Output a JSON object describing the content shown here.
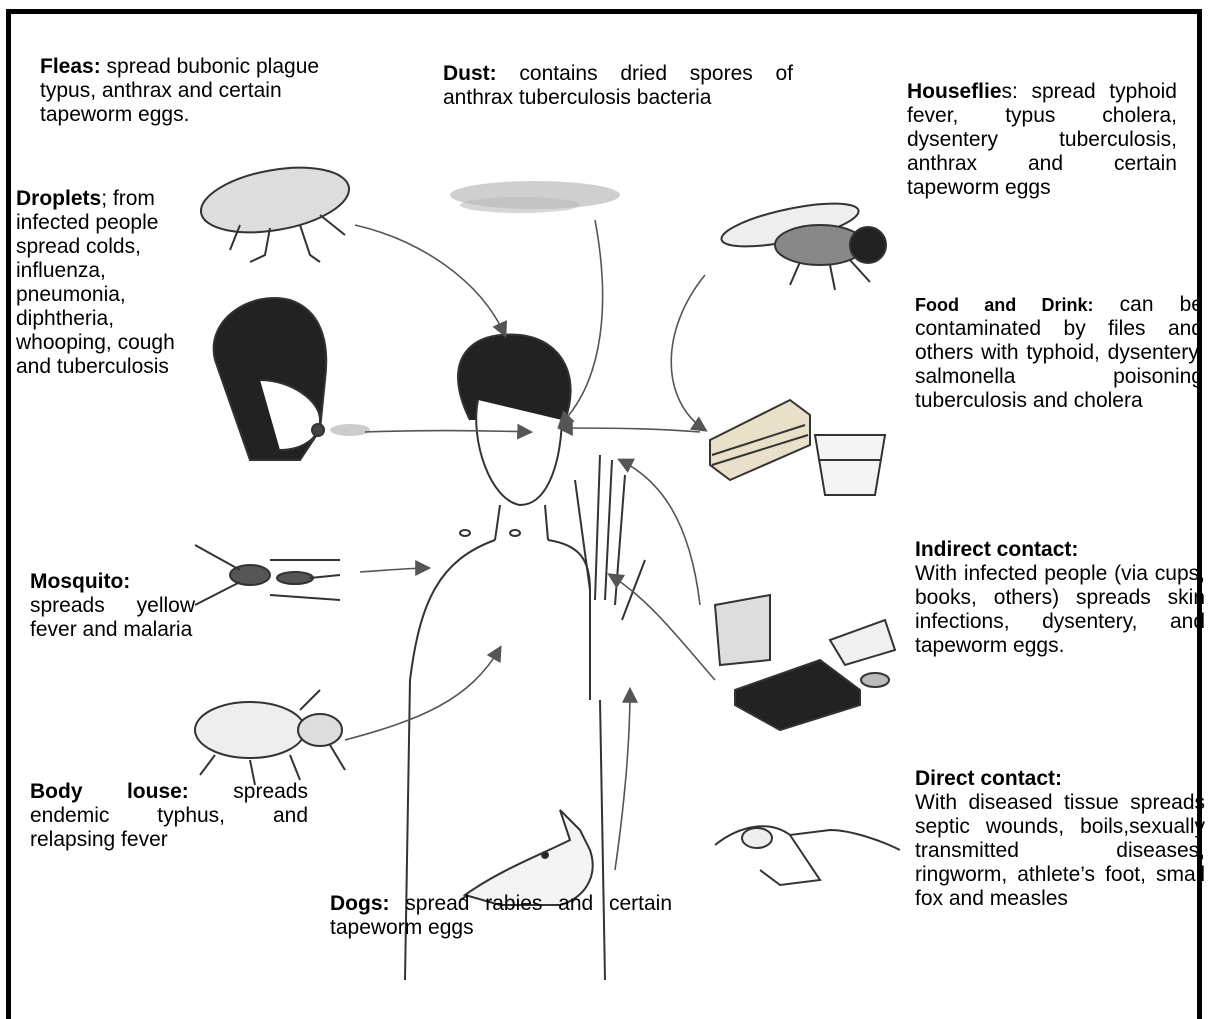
{
  "labels": {
    "fleas": {
      "name": "Fleas:",
      "text": "spread bubonic plague typus, anthrax and certain tapeworm eggs."
    },
    "dust": {
      "name": "Dust:",
      "text": "contains dried spores of anthrax tuberculosis bacteria"
    },
    "houseflies": {
      "name": "Housefl",
      "name2": "ie",
      "suffix": "s:",
      "text": "spread typhoid fever, typus cholera, dysentery tuberculosis, anthrax and certain tapeworm eggs"
    },
    "droplets": {
      "name": "Droplets",
      "suffix": ";",
      "text": "from infected people spread colds, influenza, pneumonia, diphtheria, whooping, cough and tuberculosis"
    },
    "food": {
      "name": "Food and Drink:",
      "text": "can be contaminated by files and others with typhoid, dysentery, salmonella poisoning tuberculosis and cholera"
    },
    "mosquito": {
      "name": "Mosquito:",
      "text": "spreads yellow fever and malaria"
    },
    "indirect": {
      "name": "Indirect contact:",
      "text": "With infected people (via cups, books, others) spreads skin infections, dysentery, and tapeworm eggs."
    },
    "louse": {
      "name": "Body louse:",
      "text": "spreads endemic typhus, and relapsing fever"
    },
    "direct": {
      "name": "Direct contact:",
      "text": "With diseased tissue spreads septic wounds, boils,sexually transmitted diseases, ringworm, athlete’s foot, small fox and measles"
    },
    "dogs": {
      "name": "Dogs:",
      "text": "spread rabies and certain tapeworm eggs"
    }
  }
}
